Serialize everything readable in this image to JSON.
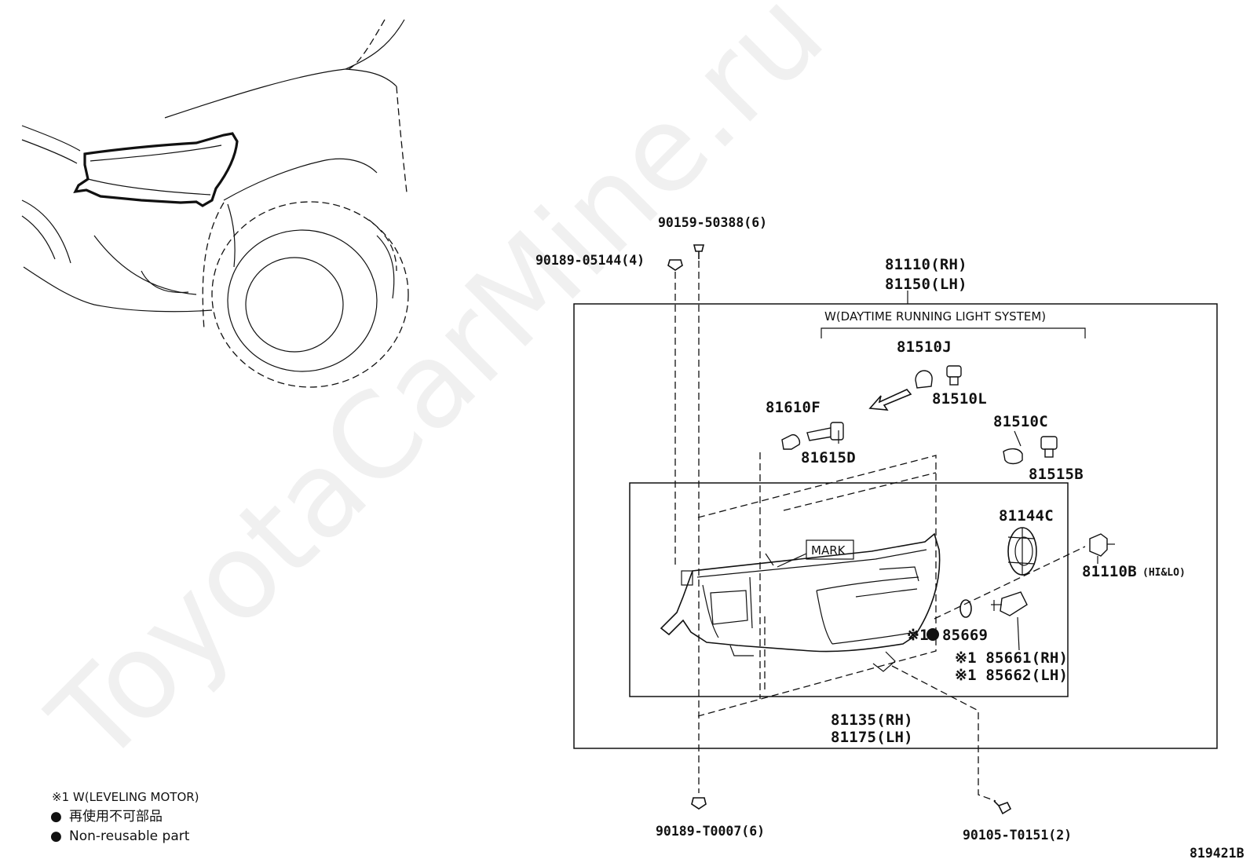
{
  "watermark": "ToyotaCarMine.ru",
  "diagram_code": "819421B",
  "box_caption": "W(DAYTIME RUNNING LIGHT SYSTEM)",
  "mark_label": "MARK",
  "legend": {
    "line1": "※1 W(LEVELING MOTOR)",
    "line2_symbol": "●",
    "line2_text": "再使用不可部品",
    "line3_symbol": "●",
    "line3_text": "Non-reusable part"
  },
  "parts": {
    "p90159": "90159-50388(6)",
    "p90189_05144": "90189-05144(4)",
    "p81110_rh": "81110(RH)",
    "p81150_lh": "81150(LH)",
    "p81510j": "81510J",
    "p81510l": "81510L",
    "p81610f": "81610F",
    "p81615d": "81615D",
    "p81510c": "81510C",
    "p81515b": "81515B",
    "p81144c": "81144C",
    "p81110b": "81110B",
    "p81110b_note": "(HI&LO)",
    "p85669_prefix": "※1",
    "p85669": "85669",
    "p85661": "※1 85661(RH)",
    "p85662": "※1 85662(LH)",
    "p81135_rh": "81135(RH)",
    "p81175_lh": "81175(LH)",
    "p90189_t0007": "90189-T0007(6)",
    "p90105": "90105-T0151(2)"
  },
  "icons": {
    "bolt": "bolt-icon",
    "bulb": "bulb-icon",
    "socket": "socket-icon",
    "arrow": "arrow-icon"
  }
}
